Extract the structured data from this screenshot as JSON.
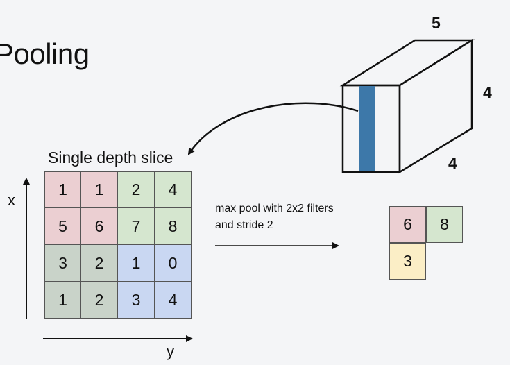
{
  "title": "Pooling",
  "slice_title": "Single depth slice",
  "axes": {
    "x": "x",
    "y": "y"
  },
  "operation": {
    "line1": "max pool with 2x2 filters",
    "line2": "and stride 2"
  },
  "input_grid": [
    [
      "1",
      "1",
      "2",
      "4"
    ],
    [
      "5",
      "6",
      "7",
      "8"
    ],
    [
      "3",
      "2",
      "1",
      "0"
    ],
    [
      "1",
      "2",
      "3",
      "4"
    ]
  ],
  "output_grid": [
    [
      "6",
      "8"
    ],
    [
      "3",
      ""
    ]
  ],
  "volume_dims": {
    "width": "5",
    "height": "4",
    "depth": "4"
  },
  "colors": {
    "red": "#ebcfd2",
    "green": "#d5e6cf",
    "gray": "#c9d3c9",
    "blue": "#c9d7f2",
    "yellow": "#fbeec6",
    "slice_bar": "#3d78a9"
  }
}
